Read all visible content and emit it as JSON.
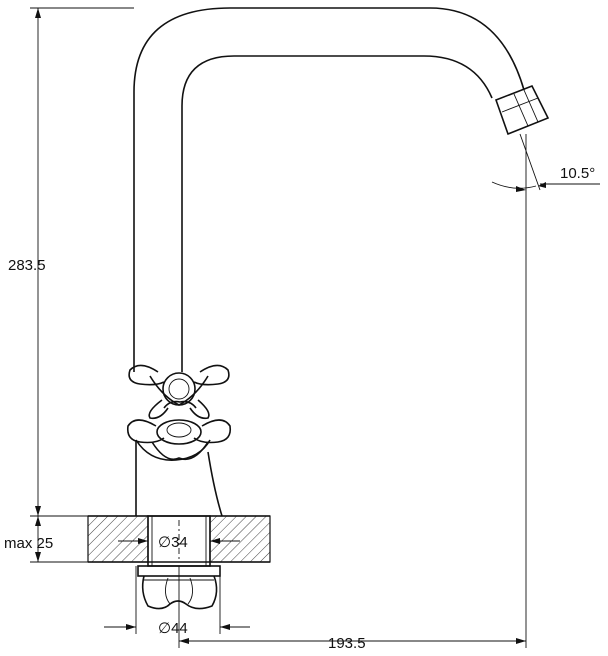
{
  "drawing": {
    "dimensions": {
      "height_total": "283.5",
      "mount_thickness": "max 25",
      "hole_diameter": "∅34",
      "nut_diameter": "∅44",
      "spout_reach": "193.5",
      "spout_angle": "10.5°"
    }
  }
}
